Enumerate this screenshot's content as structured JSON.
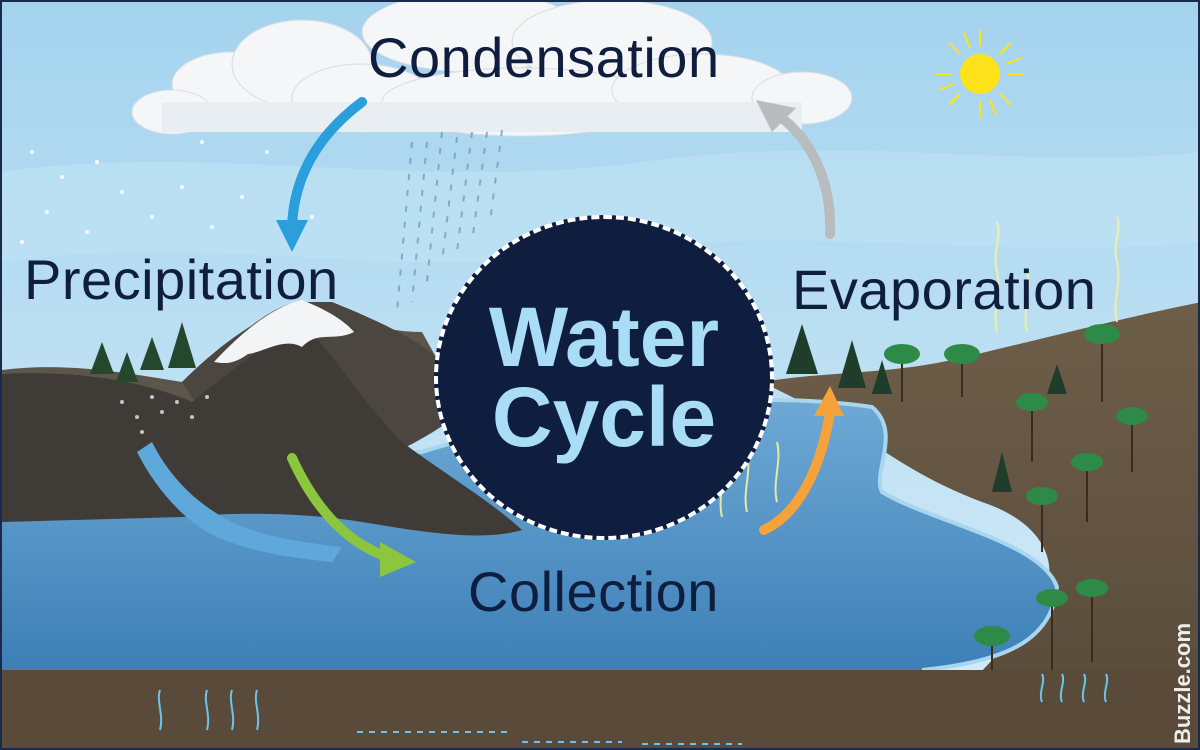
{
  "diagram": {
    "title_line1": "Water",
    "title_line2": "Cycle",
    "stages": {
      "condensation": "Condensation",
      "precipitation": "Precipitation",
      "evaporation": "Evaporation",
      "collection": "Collection"
    },
    "watermark": "Buzzle.com"
  },
  "colors": {
    "sky_top": "#a9d6ef",
    "sky_bottom": "#d6ecf8",
    "water": "#4a8fc4",
    "land": "#6b5a45",
    "mountain": "#4f4a44",
    "badge": "#0f1d3f",
    "badge_text": "#a9dcf6",
    "arrow_precipitation": "#2a9fdc",
    "arrow_collection": "#8cc63f",
    "arrow_evaporation": "#f5a23a",
    "arrow_condensation": "#b8bcbf",
    "sun": "#ffe21a"
  },
  "icons": [
    "sun-icon",
    "cloud-icon",
    "rain-icon",
    "tree-icon",
    "pine-tree-icon",
    "waterfall-icon"
  ]
}
